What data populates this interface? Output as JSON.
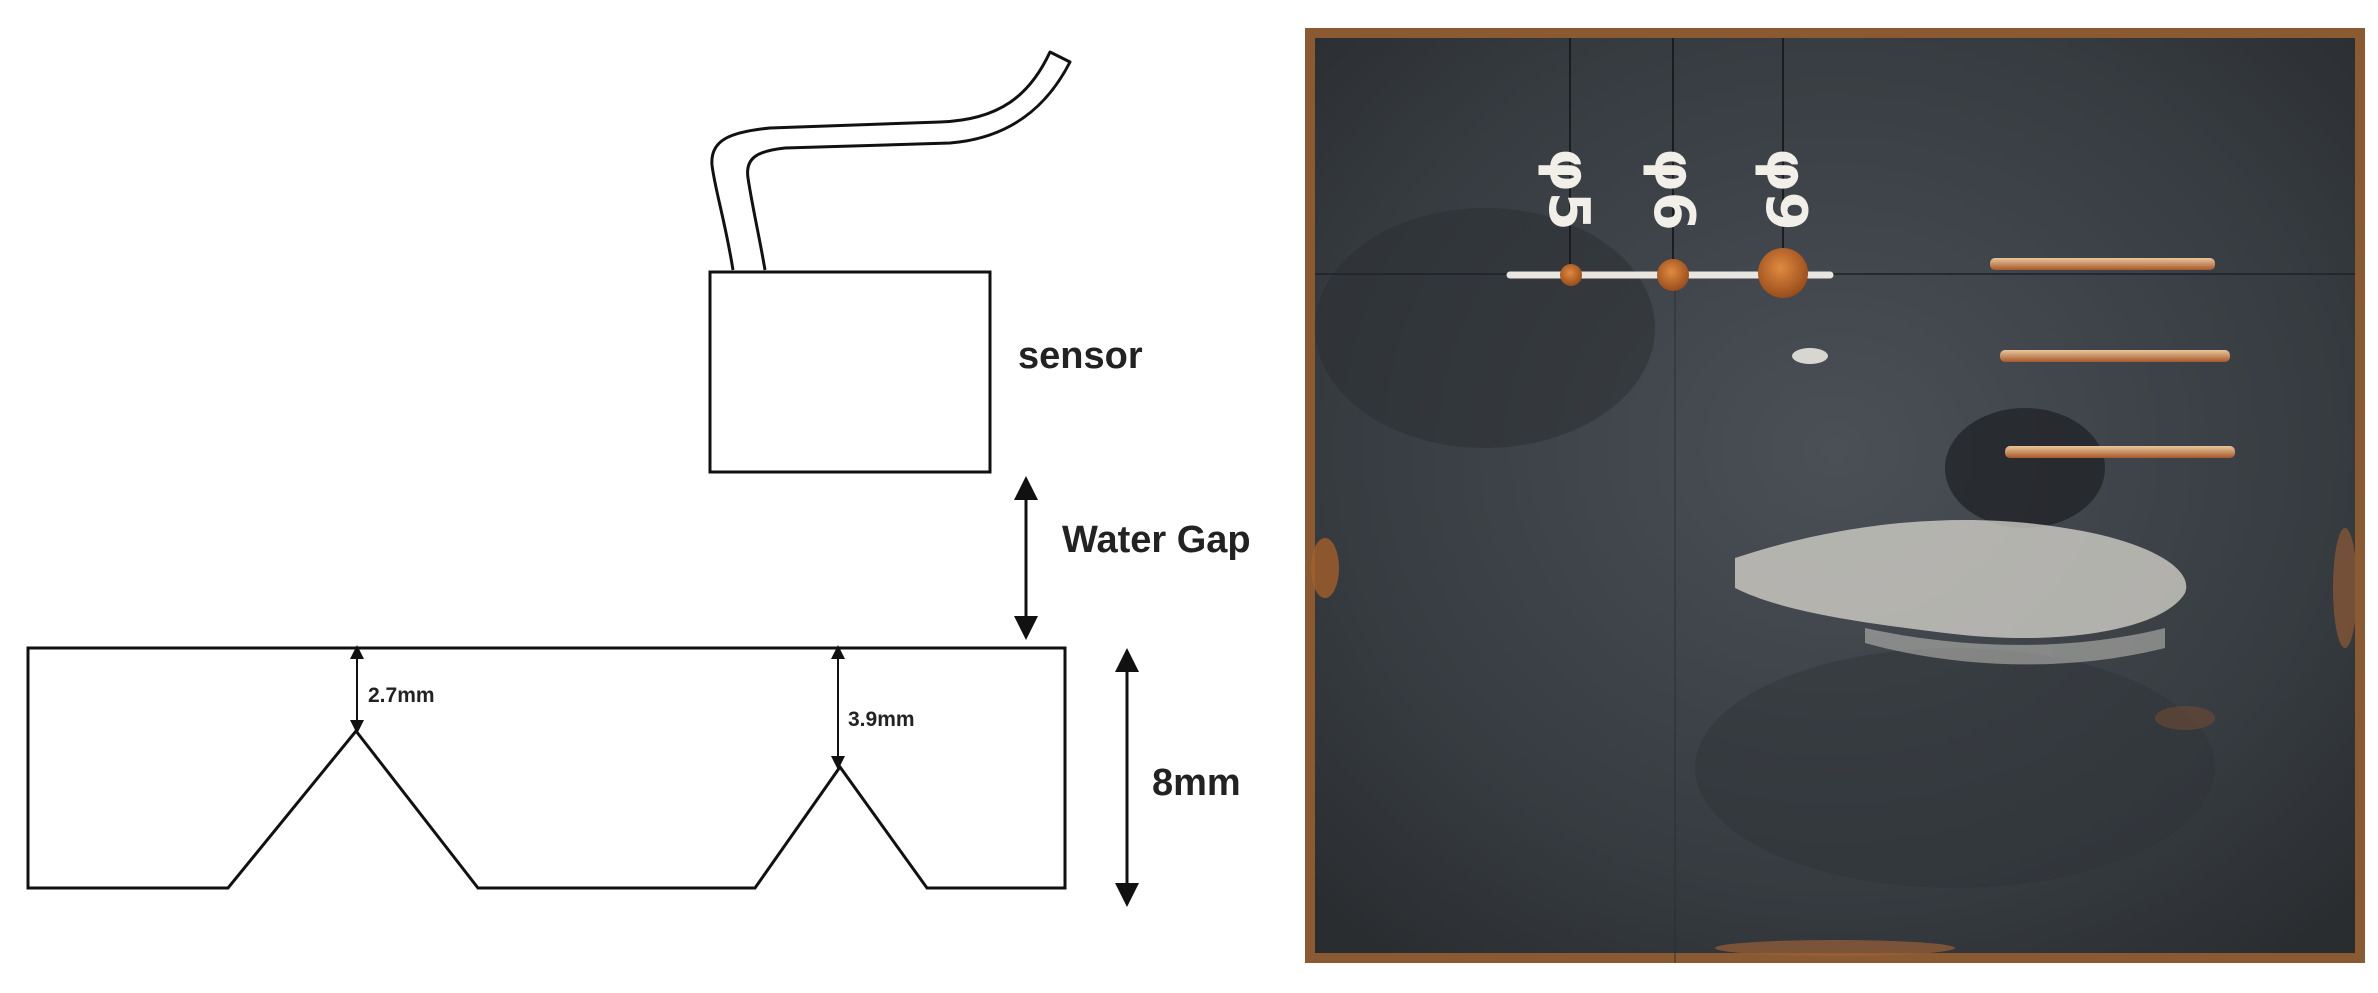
{
  "diagram": {
    "sensor_label": "sensor",
    "water_gap_label": "Water Gap",
    "notch_depth_1": "2.7mm",
    "notch_depth_2": "3.9mm",
    "thickness_label": "8mm"
  },
  "photo": {
    "hole_marks": [
      "φ5",
      "φ6",
      "φ9"
    ],
    "colors": {
      "plate": "#3a4046",
      "rust": "#c0702e",
      "chalk": "#e8e6df"
    }
  }
}
